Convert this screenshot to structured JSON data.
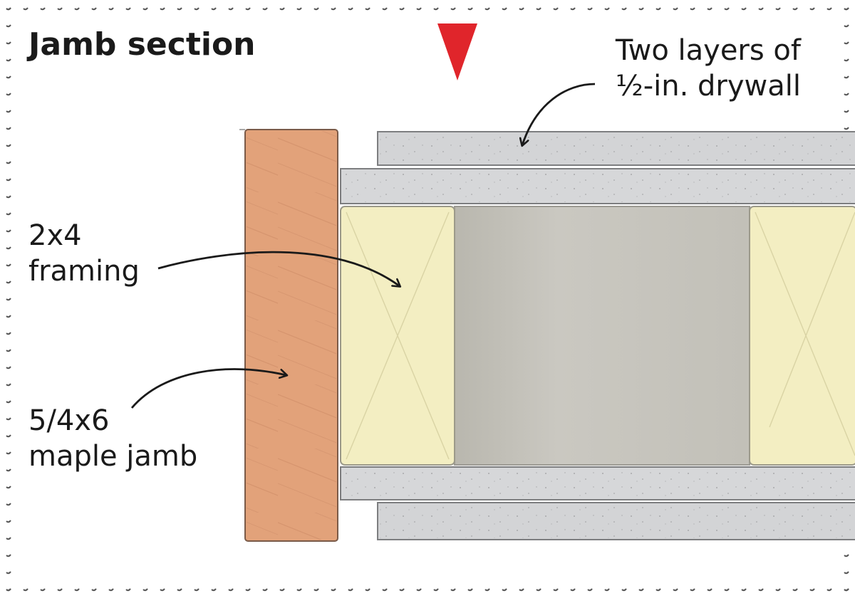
{
  "diagram": {
    "title": "Jamb section",
    "labels": {
      "drywall": [
        "Two layers of",
        "½-in. drywall"
      ],
      "framing": [
        "2x4",
        "framing"
      ],
      "jamb": [
        "5/4x6",
        "maple jamb"
      ]
    },
    "colors": {
      "jamb_wood": "#e2a27a",
      "framing_wood": "#f3eec2",
      "drywall": "#d3d4d6",
      "cavity": "#c4c2bb",
      "marker": "#e0252b",
      "border_dots": "#555555"
    },
    "icons": {
      "marker": "red-triangle-icon",
      "arrows": "curved-arrow-icon"
    }
  }
}
